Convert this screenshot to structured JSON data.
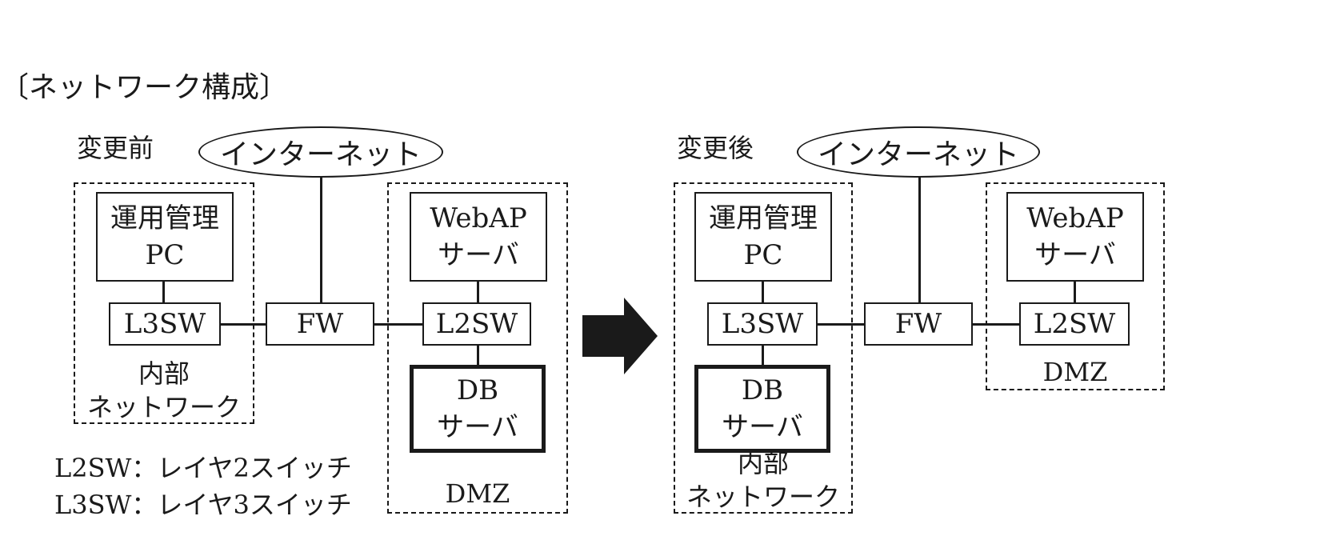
{
  "title": "〔ネットワーク構成〕",
  "before": {
    "phase_label": "変更前",
    "internet": "インターネット",
    "ops_pc": [
      "運用管理",
      "PC"
    ],
    "l3sw": "L3SW",
    "fw": "FW",
    "webap": [
      "WebAP",
      "サーバ"
    ],
    "l2sw": "L2SW",
    "db": [
      "DB",
      "サーバ"
    ],
    "internal_zone": [
      "内部",
      "ネットワーク"
    ],
    "dmz_zone": "DMZ"
  },
  "after": {
    "phase_label": "変更後",
    "internet": "インターネット",
    "ops_pc": [
      "運用管理",
      "PC"
    ],
    "l3sw": "L3SW",
    "fw": "FW",
    "webap": [
      "WebAP",
      "サーバ"
    ],
    "l2sw": "L2SW",
    "db": [
      "DB",
      "サーバ"
    ],
    "internal_zone": [
      "内部",
      "ネットワーク"
    ],
    "dmz_zone": "DMZ"
  },
  "legend": [
    "L2SW：レイヤ2スイッチ",
    "L3SW：レイヤ3スイッチ"
  ],
  "arrow_icon": "right-arrow-icon",
  "colors": {
    "ink": "#1a1a1a",
    "background": "#ffffff"
  }
}
